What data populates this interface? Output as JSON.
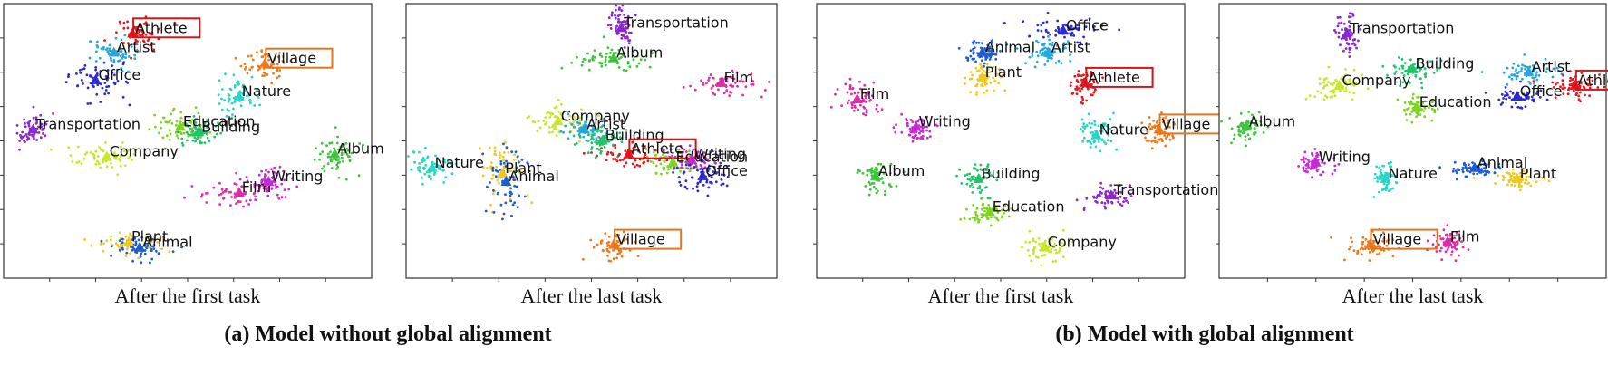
{
  "figure": {
    "group_a_caption": "(a) Model without global alignment",
    "group_b_caption": "(b) Model with global alignment"
  },
  "colors": {
    "Athlete": "#e8141c",
    "Artist": "#22a9e0",
    "Office": "#2a2ad0",
    "Village": "#ef7a1e",
    "Nature": "#27d6c8",
    "Transportation": "#8a27c9",
    "Education": "#7ed421",
    "Building": "#20c46a",
    "Company": "#c9e629",
    "Album": "#3dc43a",
    "Film": "#e02aa6",
    "Writing": "#c928d6",
    "Plant": "#f0c81e",
    "Animal": "#1e5cd6"
  },
  "highlight_colors": {
    "Athlete": "#d0151b",
    "Village": "#e3761c"
  },
  "chart_data": [
    {
      "type": "scatter",
      "panel": "a1",
      "caption": "After the first task",
      "xlim": [
        0,
        100
      ],
      "ylim": [
        0,
        100
      ],
      "highlighted": [
        "Athlete",
        "Village"
      ],
      "classes": [
        {
          "name": "Athlete",
          "x": 35,
          "y": 89,
          "spread": [
            5,
            4
          ]
        },
        {
          "name": "Artist",
          "x": 30,
          "y": 82,
          "spread": [
            5,
            4
          ]
        },
        {
          "name": "Office",
          "x": 25,
          "y": 72,
          "spread": [
            5,
            5
          ]
        },
        {
          "name": "Village",
          "x": 71,
          "y": 78,
          "spread": [
            5,
            4
          ]
        },
        {
          "name": "Nature",
          "x": 64,
          "y": 66,
          "spread": [
            4,
            5
          ]
        },
        {
          "name": "Transportation",
          "x": 8,
          "y": 54,
          "spread": [
            3,
            4
          ]
        },
        {
          "name": "Education",
          "x": 48,
          "y": 55,
          "spread": [
            6,
            4
          ]
        },
        {
          "name": "Building",
          "x": 53,
          "y": 53,
          "spread": [
            4,
            3
          ]
        },
        {
          "name": "Company",
          "x": 28,
          "y": 44,
          "spread": [
            7,
            3
          ]
        },
        {
          "name": "Album",
          "x": 90,
          "y": 45,
          "spread": [
            4,
            4
          ]
        },
        {
          "name": "Film",
          "x": 64,
          "y": 31,
          "spread": [
            8,
            4
          ]
        },
        {
          "name": "Writing",
          "x": 72,
          "y": 35,
          "spread": [
            4,
            3
          ]
        },
        {
          "name": "Plant",
          "x": 34,
          "y": 13,
          "spread": [
            6,
            3
          ]
        },
        {
          "name": "Animal",
          "x": 37,
          "y": 11,
          "spread": [
            5,
            3
          ]
        }
      ]
    },
    {
      "type": "scatter",
      "panel": "a2",
      "caption": "After the last task",
      "xlim": [
        0,
        100
      ],
      "ylim": [
        0,
        100
      ],
      "highlighted": [
        "Athlete",
        "Village"
      ],
      "classes": [
        {
          "name": "Transportation",
          "x": 58,
          "y": 91,
          "spread": [
            2,
            5
          ]
        },
        {
          "name": "Album",
          "x": 56,
          "y": 80,
          "spread": [
            8,
            3
          ]
        },
        {
          "name": "Film",
          "x": 85,
          "y": 71,
          "spread": [
            6,
            3
          ]
        },
        {
          "name": "Company",
          "x": 41,
          "y": 57,
          "spread": [
            6,
            4
          ]
        },
        {
          "name": "Artist",
          "x": 48,
          "y": 54,
          "spread": [
            4,
            3
          ]
        },
        {
          "name": "Building",
          "x": 53,
          "y": 50,
          "spread": [
            4,
            3
          ]
        },
        {
          "name": "Athlete",
          "x": 60,
          "y": 45,
          "spread": [
            6,
            3
          ]
        },
        {
          "name": "Education",
          "x": 72,
          "y": 42,
          "spread": [
            6,
            3
          ]
        },
        {
          "name": "Writing",
          "x": 77,
          "y": 43,
          "spread": [
            5,
            3
          ]
        },
        {
          "name": "Office",
          "x": 80,
          "y": 37,
          "spread": [
            5,
            4
          ]
        },
        {
          "name": "Nature",
          "x": 7,
          "y": 40,
          "spread": [
            4,
            4
          ]
        },
        {
          "name": "Plant",
          "x": 26,
          "y": 38,
          "spread": [
            4,
            8
          ]
        },
        {
          "name": "Animal",
          "x": 27,
          "y": 35,
          "spread": [
            4,
            8
          ]
        },
        {
          "name": "Village",
          "x": 56,
          "y": 12,
          "spread": [
            4,
            4
          ]
        }
      ]
    },
    {
      "type": "scatter",
      "panel": "b1",
      "caption": "After the first task",
      "xlim": [
        0,
        100
      ],
      "ylim": [
        0,
        100
      ],
      "highlighted": [
        "Athlete",
        "Village"
      ],
      "classes": [
        {
          "name": "Office",
          "x": 67,
          "y": 90,
          "spread": [
            7,
            3
          ]
        },
        {
          "name": "Artist",
          "x": 63,
          "y": 82,
          "spread": [
            4,
            4
          ]
        },
        {
          "name": "Athlete",
          "x": 73,
          "y": 71,
          "spread": [
            3,
            4
          ]
        },
        {
          "name": "Animal",
          "x": 45,
          "y": 82,
          "spread": [
            4,
            3
          ]
        },
        {
          "name": "Plant",
          "x": 45,
          "y": 73,
          "spread": [
            3,
            4
          ]
        },
        {
          "name": "Film",
          "x": 11,
          "y": 65,
          "spread": [
            3,
            4
          ]
        },
        {
          "name": "Writing",
          "x": 27,
          "y": 55,
          "spread": [
            3,
            3
          ]
        },
        {
          "name": "Nature",
          "x": 76,
          "y": 52,
          "spread": [
            3,
            4
          ]
        },
        {
          "name": "Village",
          "x": 93,
          "y": 54,
          "spread": [
            3,
            4
          ]
        },
        {
          "name": "Album",
          "x": 16,
          "y": 37,
          "spread": [
            3,
            4
          ]
        },
        {
          "name": "Building",
          "x": 44,
          "y": 36,
          "spread": [
            3,
            4
          ]
        },
        {
          "name": "Education",
          "x": 47,
          "y": 24,
          "spread": [
            4,
            3
          ]
        },
        {
          "name": "Transportation",
          "x": 80,
          "y": 30,
          "spread": [
            4,
            3
          ]
        },
        {
          "name": "Company",
          "x": 62,
          "y": 11,
          "spread": [
            4,
            3
          ]
        }
      ]
    },
    {
      "type": "scatter",
      "panel": "b2",
      "caption": "After the last task",
      "xlim": [
        0,
        100
      ],
      "ylim": [
        0,
        100
      ],
      "highlighted": [
        "Athlete",
        "Village"
      ],
      "classes": [
        {
          "name": "Transportation",
          "x": 33,
          "y": 89,
          "spread": [
            2,
            5
          ]
        },
        {
          "name": "Building",
          "x": 50,
          "y": 76,
          "spread": [
            4,
            3
          ]
        },
        {
          "name": "Artist",
          "x": 80,
          "y": 75,
          "spread": [
            5,
            3
          ]
        },
        {
          "name": "Athlete",
          "x": 92,
          "y": 70,
          "spread": [
            4,
            3
          ]
        },
        {
          "name": "Office",
          "x": 77,
          "y": 66,
          "spread": [
            4,
            3
          ]
        },
        {
          "name": "Company",
          "x": 31,
          "y": 70,
          "spread": [
            4,
            4
          ]
        },
        {
          "name": "Education",
          "x": 51,
          "y": 62,
          "spread": [
            3,
            3
          ]
        },
        {
          "name": "Album",
          "x": 7,
          "y": 55,
          "spread": [
            3,
            4
          ]
        },
        {
          "name": "Writing",
          "x": 25,
          "y": 42,
          "spread": [
            3,
            3
          ]
        },
        {
          "name": "Nature",
          "x": 43,
          "y": 36,
          "spread": [
            2,
            4
          ]
        },
        {
          "name": "Animal",
          "x": 66,
          "y": 40,
          "spread": [
            4,
            2
          ]
        },
        {
          "name": "Plant",
          "x": 77,
          "y": 36,
          "spread": [
            4,
            2
          ]
        },
        {
          "name": "Village",
          "x": 39,
          "y": 12,
          "spread": [
            4,
            3
          ]
        },
        {
          "name": "Film",
          "x": 59,
          "y": 13,
          "spread": [
            3,
            3
          ]
        }
      ]
    }
  ]
}
